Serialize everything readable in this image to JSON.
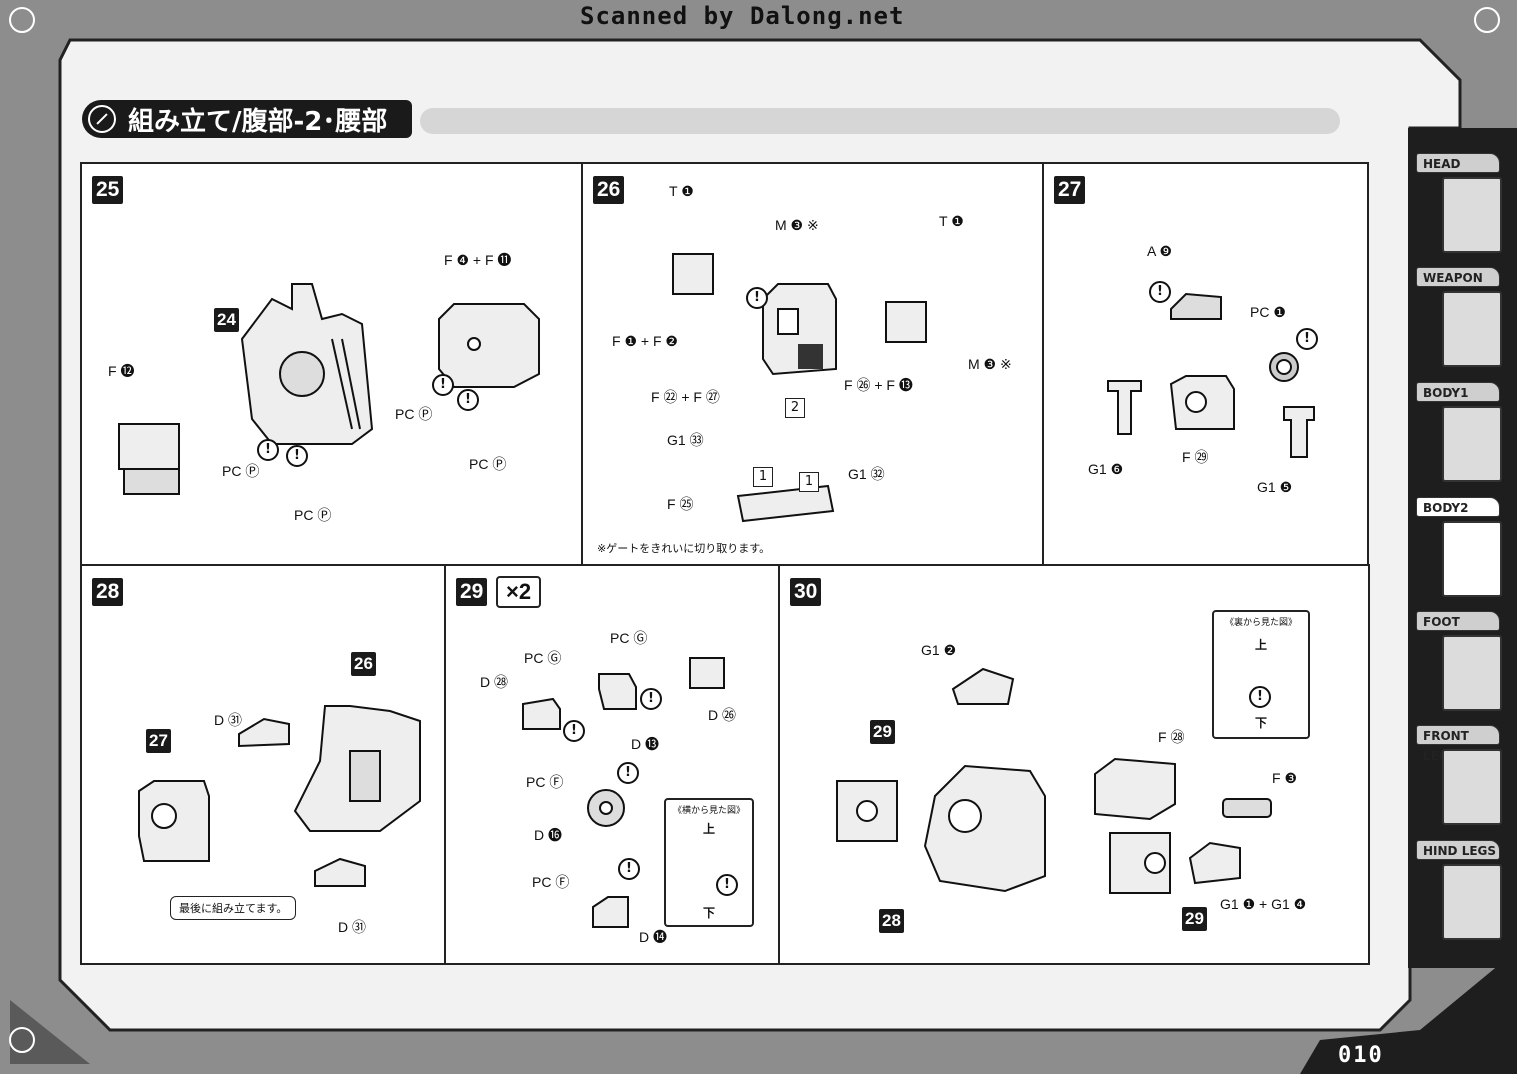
{
  "watermark": "Scanned by Dalong.net",
  "title": "組み立て/腹部-2･腰部",
  "page_number": "010",
  "nav_tabs": [
    {
      "label": "HEAD",
      "icon": "head-icon"
    },
    {
      "label": "WEAPON",
      "icon": "weapon-icon"
    },
    {
      "label": "BODY1",
      "icon": "body1-icon"
    },
    {
      "label": "BODY2",
      "icon": "body2-icon",
      "active": true
    },
    {
      "label": "FOOT",
      "icon": "foot-icon"
    },
    {
      "label": "FRONT LEGS",
      "icon": "front-legs-icon"
    },
    {
      "label": "HIND LEGS",
      "icon": "hind-legs-icon"
    }
  ],
  "steps": {
    "s25": {
      "number": "25",
      "ref_24": "24",
      "labels": {
        "f4_f11": "F ❹ + F ⓫",
        "f12": "F ⓬",
        "pcp_a": "PC Ⓟ",
        "pcp_b": "PC Ⓟ",
        "pcp_c": "PC Ⓟ",
        "pcp_d": "PC Ⓟ"
      }
    },
    "s26": {
      "number": "26",
      "labels": {
        "t1_a": "T ❶",
        "m3_a": "M ❸ ※",
        "t1_b": "T ❶",
        "f1_f2": "F ❶ + F ❷",
        "m3_b": "M ❸ ※",
        "f22_f27": "F ㉒ + F ㉗",
        "f26_f13": "F ㉖ + F ⓭",
        "g1_33": "G1 ㉝",
        "g1_32": "G1 ㉜",
        "f25": "F ㉕"
      },
      "sub_steps": [
        "2",
        "1",
        "1"
      ],
      "note": "※ゲートをきれいに切り取ります。"
    },
    "s27": {
      "number": "27",
      "labels": {
        "a9": "A ❾",
        "pc1": "PC ❶",
        "g1_6": "G1 ❻",
        "f29": "F ㉙",
        "g1_5": "G1 ❺"
      }
    },
    "s28": {
      "number": "28",
      "ref_26": "26",
      "ref_27": "27",
      "labels": {
        "d31_a": "D ㉛",
        "d31_b": "D ㉛"
      },
      "note": "最後に組み立てます。"
    },
    "s29": {
      "number": "29",
      "multiplier": "×2",
      "labels": {
        "pcg_a": "PC Ⓖ",
        "pcg_b": "PC Ⓖ",
        "d28": "D ㉘",
        "d26": "D ㉖",
        "d13": "D ⓭",
        "pcf_a": "PC Ⓕ",
        "d16": "D ⓰",
        "pcf_b": "PC Ⓕ",
        "d14": "D ⓮"
      },
      "inset": {
        "title": "《横から見た図》",
        "top": "上",
        "bottom": "下"
      }
    },
    "s30": {
      "number": "30",
      "ref_29_a": "29",
      "ref_28": "28",
      "ref_29_b": "29",
      "labels": {
        "g1_2": "G1 ❷",
        "f28": "F ㉘",
        "f3": "F ❸",
        "g1_1_g1_4": "G1 ❶ + G1 ❹"
      },
      "inset": {
        "title": "《裏から見た図》",
        "top": "上",
        "bottom": "下"
      }
    }
  },
  "colors": {
    "frame": "#8d8d8d",
    "ink": "#1a1a1a",
    "paper": "#ffffff"
  }
}
